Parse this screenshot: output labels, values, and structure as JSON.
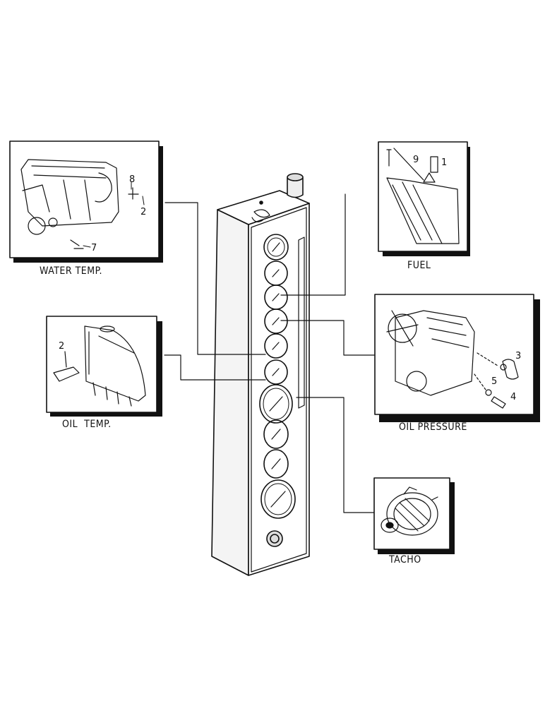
{
  "diagram": {
    "panels": {
      "water_temp": {
        "caption": "WATER TEMP.",
        "callouts": [
          "8",
          "2",
          "7"
        ]
      },
      "oil_temp": {
        "caption": "OIL  TEMP.",
        "callouts": [
          "2"
        ]
      },
      "fuel": {
        "caption": "FUEL",
        "callouts": [
          "9",
          "1"
        ]
      },
      "oil_pressure": {
        "caption": "OIL PRESSURE",
        "callouts": [
          "3",
          "5",
          "4"
        ]
      },
      "tacho": {
        "caption": "TACHO",
        "callouts": []
      }
    }
  }
}
